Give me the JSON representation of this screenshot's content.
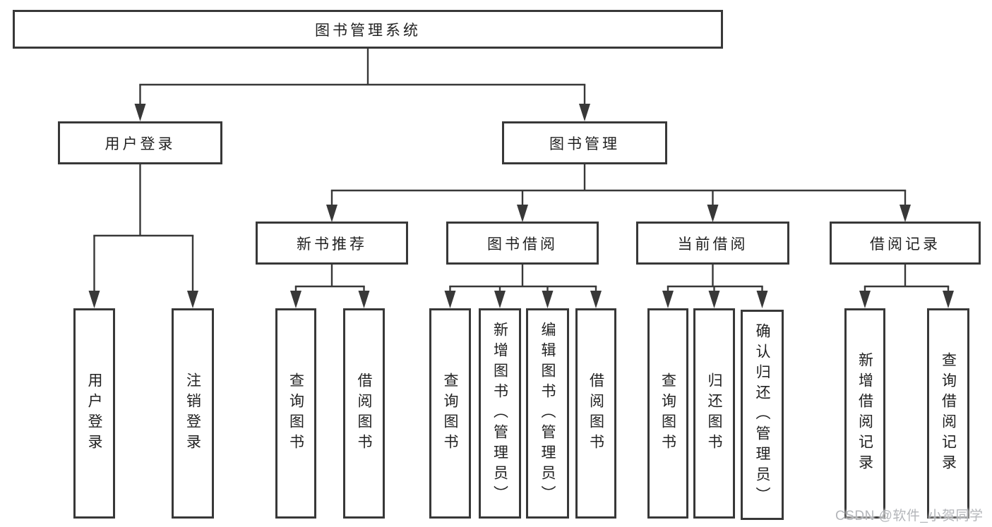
{
  "diagram_title": "图书管理系统",
  "tree": {
    "label": "图书管理系统",
    "children": [
      {
        "label": "用户登录",
        "children": [
          {
            "label": "用户登录"
          },
          {
            "label": "注销登录"
          }
        ]
      },
      {
        "label": "图书管理",
        "children": [
          {
            "label": "新书推荐",
            "children": [
              {
                "label": "查询图书"
              },
              {
                "label": "借阅图书"
              }
            ]
          },
          {
            "label": "图书借阅",
            "children": [
              {
                "label": "查询图书"
              },
              {
                "label": "新增图书（管理员）"
              },
              {
                "label": "编辑图书（管理员）"
              },
              {
                "label": "借阅图书"
              }
            ]
          },
          {
            "label": "当前借阅",
            "children": [
              {
                "label": "查询图书"
              },
              {
                "label": "归还图书"
              },
              {
                "label": "确认归还（管理员）"
              }
            ]
          },
          {
            "label": "借阅记录",
            "children": [
              {
                "label": "新增借阅记录"
              },
              {
                "label": "查询借阅记录"
              }
            ]
          }
        ]
      }
    ]
  },
  "watermark": {
    "text": "CSDN @软件_小贺同学"
  },
  "colors": {
    "line": "#383838",
    "box_border": "#383838",
    "text": "#222222",
    "background": "#ffffff",
    "watermark": "#b4b6ba"
  }
}
